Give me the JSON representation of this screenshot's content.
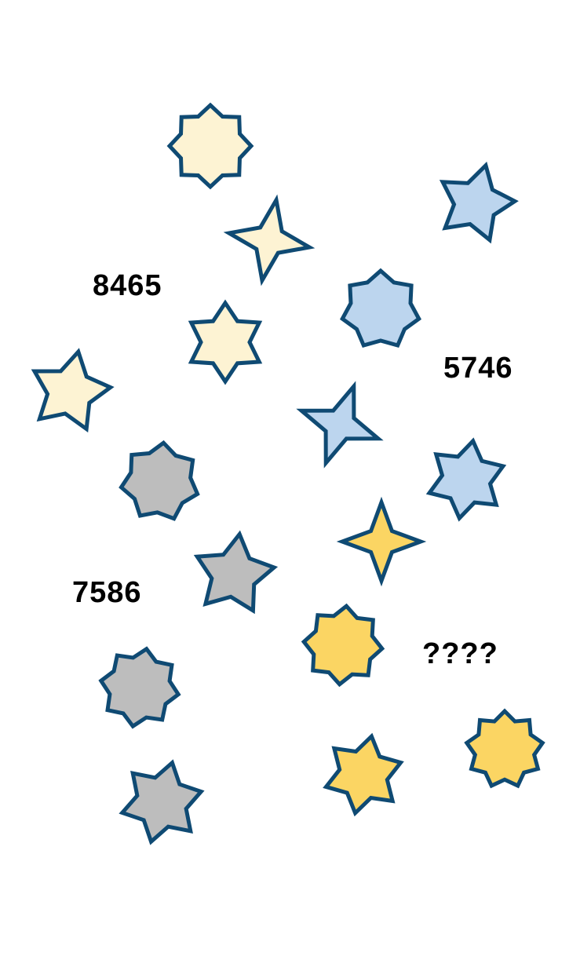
{
  "colors": {
    "outline": "#0f4a73",
    "background": "#ffffff",
    "cream": "#fdf3d3",
    "blue": "#bcd5ee",
    "gray": "#bdbdbd",
    "gold": "#fbd563"
  },
  "groups": [
    {
      "id": "cream-group",
      "code": "8465",
      "color": "cream",
      "stars": [
        {
          "points": 8,
          "rotation": 0
        },
        {
          "points": 4,
          "rotation": 10
        },
        {
          "points": 6,
          "rotation": 0
        },
        {
          "points": 5,
          "rotation": 12
        }
      ]
    },
    {
      "id": "blue-group",
      "code": "5746",
      "color": "blue",
      "stars": [
        {
          "points": 5,
          "rotation": 15
        },
        {
          "points": 7,
          "rotation": 0
        },
        {
          "points": 4,
          "rotation": 20
        },
        {
          "points": 6,
          "rotation": 10
        }
      ]
    },
    {
      "id": "gray-group",
      "code": "7586",
      "color": "gray",
      "stars": [
        {
          "points": 7,
          "rotation": 5
        },
        {
          "points": 5,
          "rotation": 8
        },
        {
          "points": 8,
          "rotation": 10
        },
        {
          "points": 6,
          "rotation": 15
        }
      ]
    },
    {
      "id": "gold-group",
      "code": "????",
      "color": "gold",
      "stars": [
        {
          "points": 4,
          "rotation": 0
        },
        {
          "points": 8,
          "rotation": 5
        },
        {
          "points": 6,
          "rotation": 12
        },
        {
          "points": 9,
          "rotation": 0
        }
      ]
    }
  ]
}
